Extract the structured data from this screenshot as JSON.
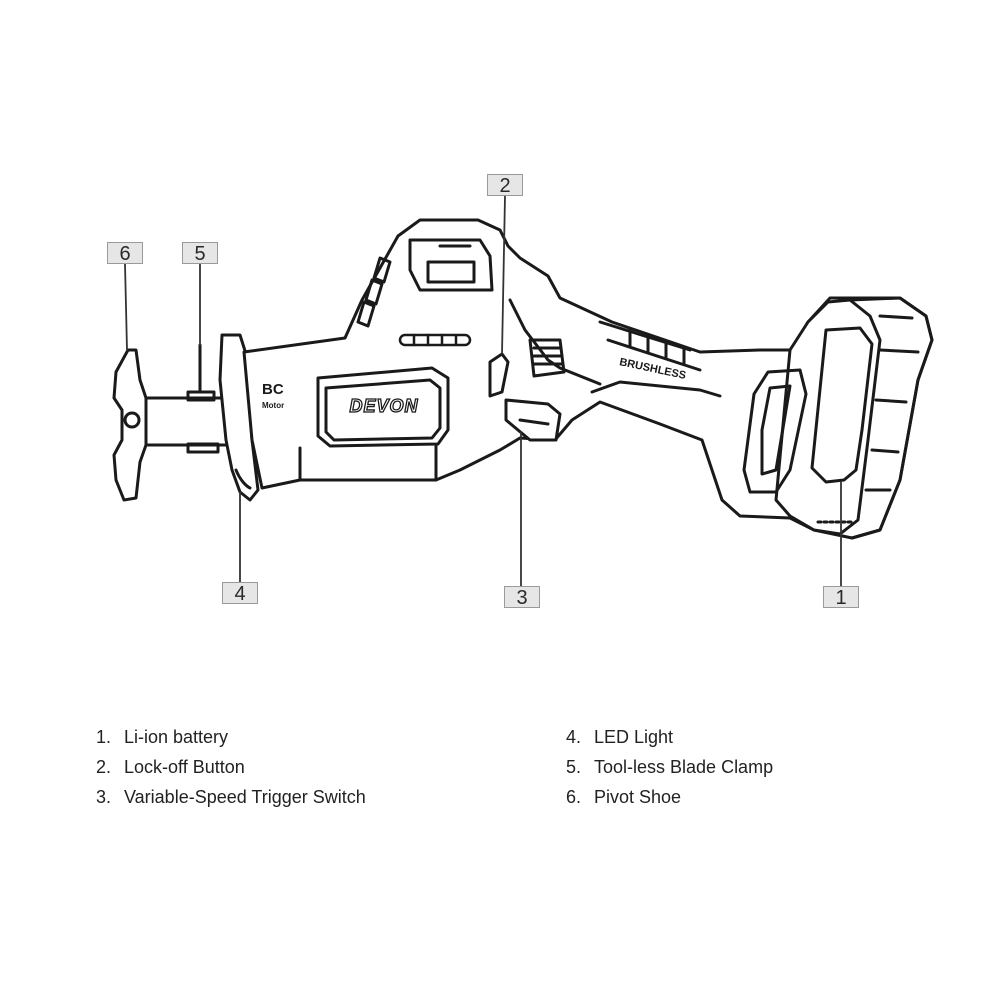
{
  "brand": {
    "logo_text": "DEVON",
    "housing_text": "BRUSHLESS",
    "motor_badge": [
      "BC",
      "Motor"
    ]
  },
  "callouts": [
    {
      "number": "1"
    },
    {
      "number": "2"
    },
    {
      "number": "3"
    },
    {
      "number": "4"
    },
    {
      "number": "5"
    },
    {
      "number": "6"
    }
  ],
  "legend": [
    {
      "number": "1.",
      "label": "Li-ion battery"
    },
    {
      "number": "2.",
      "label": "Lock-off Button"
    },
    {
      "number": "3.",
      "label": "Variable-Speed Trigger Switch"
    },
    {
      "number": "4.",
      "label": "LED Light"
    },
    {
      "number": "5.",
      "label": "Tool-less Blade Clamp"
    },
    {
      "number": "6.",
      "label": "Pivot Shoe"
    }
  ]
}
